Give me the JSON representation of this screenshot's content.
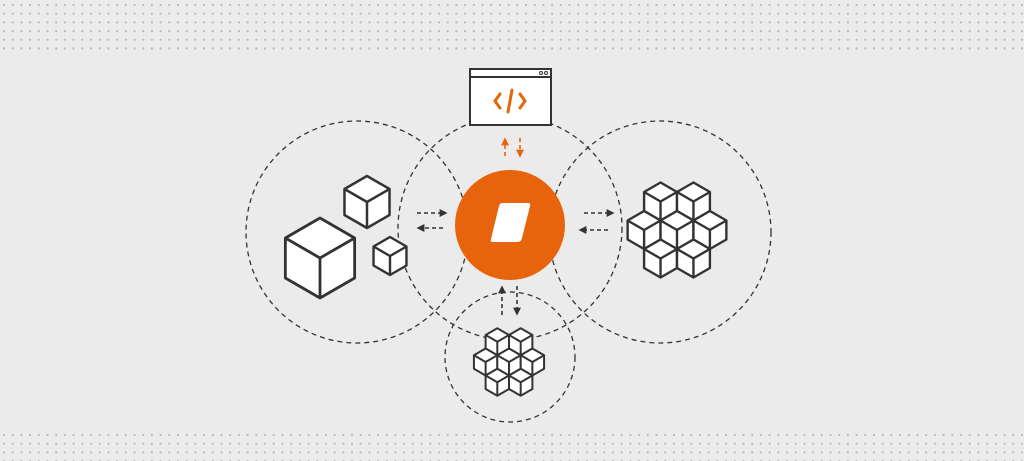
{
  "colors": {
    "background": "#ebebeb",
    "accent": "#e8640c",
    "stroke": "#333333",
    "dots": "#b8b8c4",
    "face": "#ffffff"
  },
  "nodes": {
    "hub": {
      "icon": "parallelogram-logo-icon"
    },
    "top": {
      "icon": "browser-code-icon"
    },
    "left": {
      "icon": "three-cubes-icon"
    },
    "right": {
      "icon": "honeycomb-cubes-icon"
    },
    "bottom": {
      "icon": "honeycomb-cubes-small-icon"
    }
  },
  "connections": [
    {
      "from": "hub",
      "to": "top",
      "style": "dashed-bidirectional",
      "color": "accent"
    },
    {
      "from": "hub",
      "to": "left",
      "style": "dashed-bidirectional"
    },
    {
      "from": "hub",
      "to": "right",
      "style": "dashed-bidirectional"
    },
    {
      "from": "hub",
      "to": "bottom",
      "style": "dashed-bidirectional"
    }
  ]
}
